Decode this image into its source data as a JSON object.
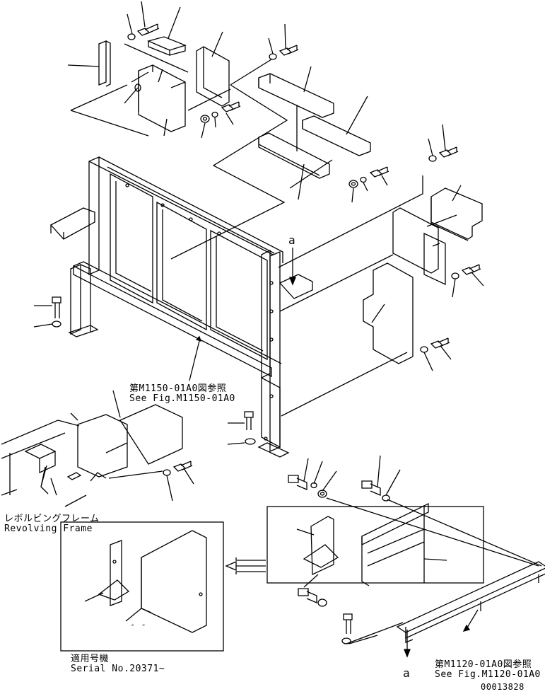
{
  "callouts": {
    "ref_m1150_jp": "第M1150-01A0図参照",
    "ref_m1150_en": "See Fig.M1150-01A0",
    "revolving_jp": "レボルビングフレーム",
    "revolving_en": "Revolving Frame",
    "serial_jp": "適用号機",
    "serial_en": "Serial No.20371~",
    "ref_m1120_jp": "第M1120-01A0図参照",
    "ref_m1120_en": "See Fig.M1120-01A0",
    "marker_a_top": "a",
    "marker_a_bottom": "a",
    "dash_note": "- -",
    "drawing_no": "00013828"
  }
}
